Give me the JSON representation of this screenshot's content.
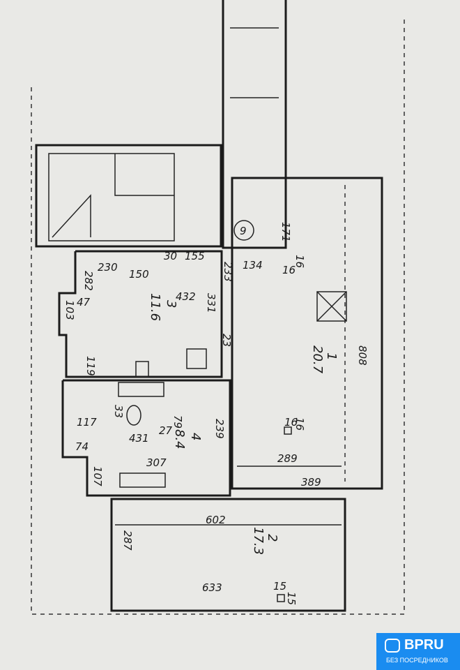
{
  "rooms": [
    {
      "number": "1",
      "area": "20.7"
    },
    {
      "number": "2",
      "area": "17.3"
    },
    {
      "number": "3",
      "area": "11.6"
    },
    {
      "number": "4",
      "area": "8.4"
    }
  ],
  "marker": "9",
  "dims": {
    "d155": "155",
    "d30": "30",
    "d230": "230",
    "d282": "282",
    "d150": "150",
    "d432": "432",
    "d331": "331",
    "d233": "233",
    "d23": "23",
    "d47": "47",
    "d103": "103",
    "d119": "119",
    "d117": "117",
    "d33": "33",
    "d79": "79",
    "d27": "27",
    "d431": "431",
    "d239": "239",
    "d74": "74",
    "d107": "107",
    "d307": "307",
    "d134": "134",
    "d171": "171",
    "d16a": "16",
    "d16b": "16",
    "d808": "808",
    "d289": "289",
    "d389": "389",
    "d16c": "16",
    "d16d": "16",
    "d602": "602",
    "d287": "287",
    "d633": "633",
    "d15a": "15",
    "d15b": "15"
  },
  "logo": {
    "brand": "BPRU",
    "tagline": "БЕЗ ПОСРЕДНИКОВ"
  }
}
